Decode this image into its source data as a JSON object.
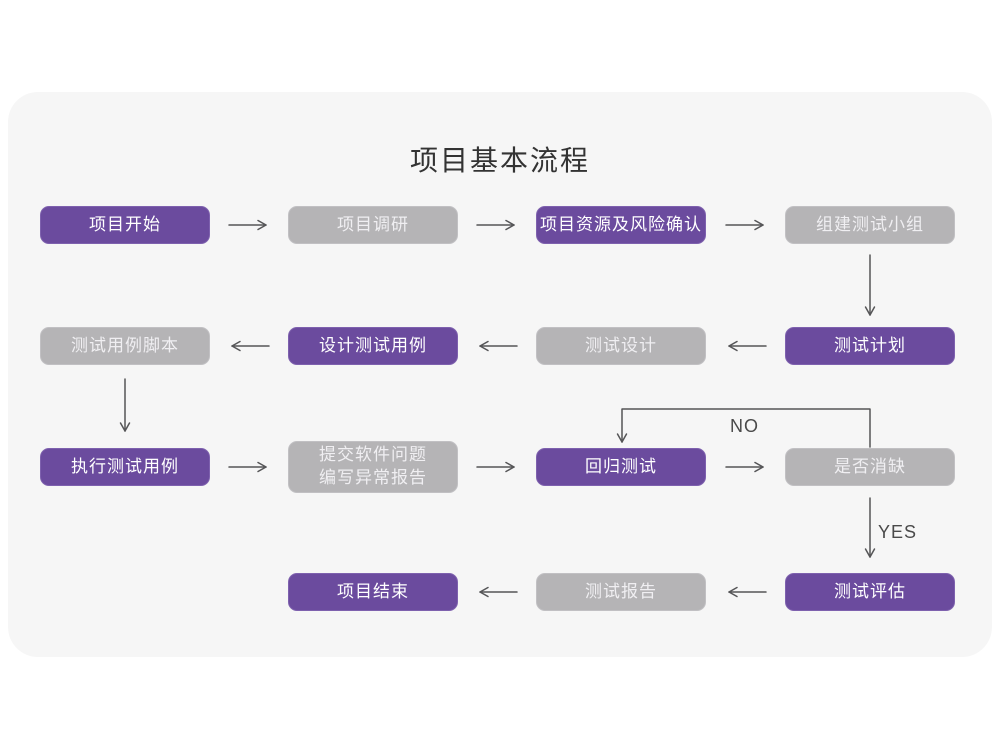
{
  "title": "项目基本流程",
  "colors": {
    "purple_node": "#6B4B9E",
    "gray_node": "#B5B4B6",
    "node_text": "#FFFFFF",
    "arrow": "#555557",
    "panel_background": "#F6F6F6",
    "page_background": "#FFFFFF",
    "title_text": "#333333"
  },
  "edge_labels": {
    "no": "NO",
    "yes": "YES"
  },
  "nodes": [
    {
      "id": "project-start",
      "label": "项目开始",
      "variant": "purple"
    },
    {
      "id": "project-research",
      "label": "项目调研",
      "variant": "gray"
    },
    {
      "id": "resources-risk-confirm",
      "label": "项目资源及风险确认",
      "variant": "purple"
    },
    {
      "id": "build-test-team",
      "label": "组建测试小组",
      "variant": "gray"
    },
    {
      "id": "test-plan",
      "label": "测试计划",
      "variant": "purple"
    },
    {
      "id": "test-design",
      "label": "测试设计",
      "variant": "gray"
    },
    {
      "id": "design-test-cases",
      "label": "设计测试用例",
      "variant": "purple"
    },
    {
      "id": "test-case-script",
      "label": "测试用例脚本",
      "variant": "gray"
    },
    {
      "id": "execute-test-cases",
      "label": "执行测试用例",
      "variant": "purple"
    },
    {
      "id": "submit-issues-report",
      "label": "提交软件问题\n编写异常报告",
      "variant": "gray"
    },
    {
      "id": "regression-test",
      "label": "回归测试",
      "variant": "purple"
    },
    {
      "id": "defect-cleared",
      "label": "是否消缺",
      "variant": "gray"
    },
    {
      "id": "test-evaluation",
      "label": "测试评估",
      "variant": "purple"
    },
    {
      "id": "test-report",
      "label": "测试报告",
      "variant": "gray"
    },
    {
      "id": "project-end",
      "label": "项目结束",
      "variant": "purple"
    }
  ]
}
